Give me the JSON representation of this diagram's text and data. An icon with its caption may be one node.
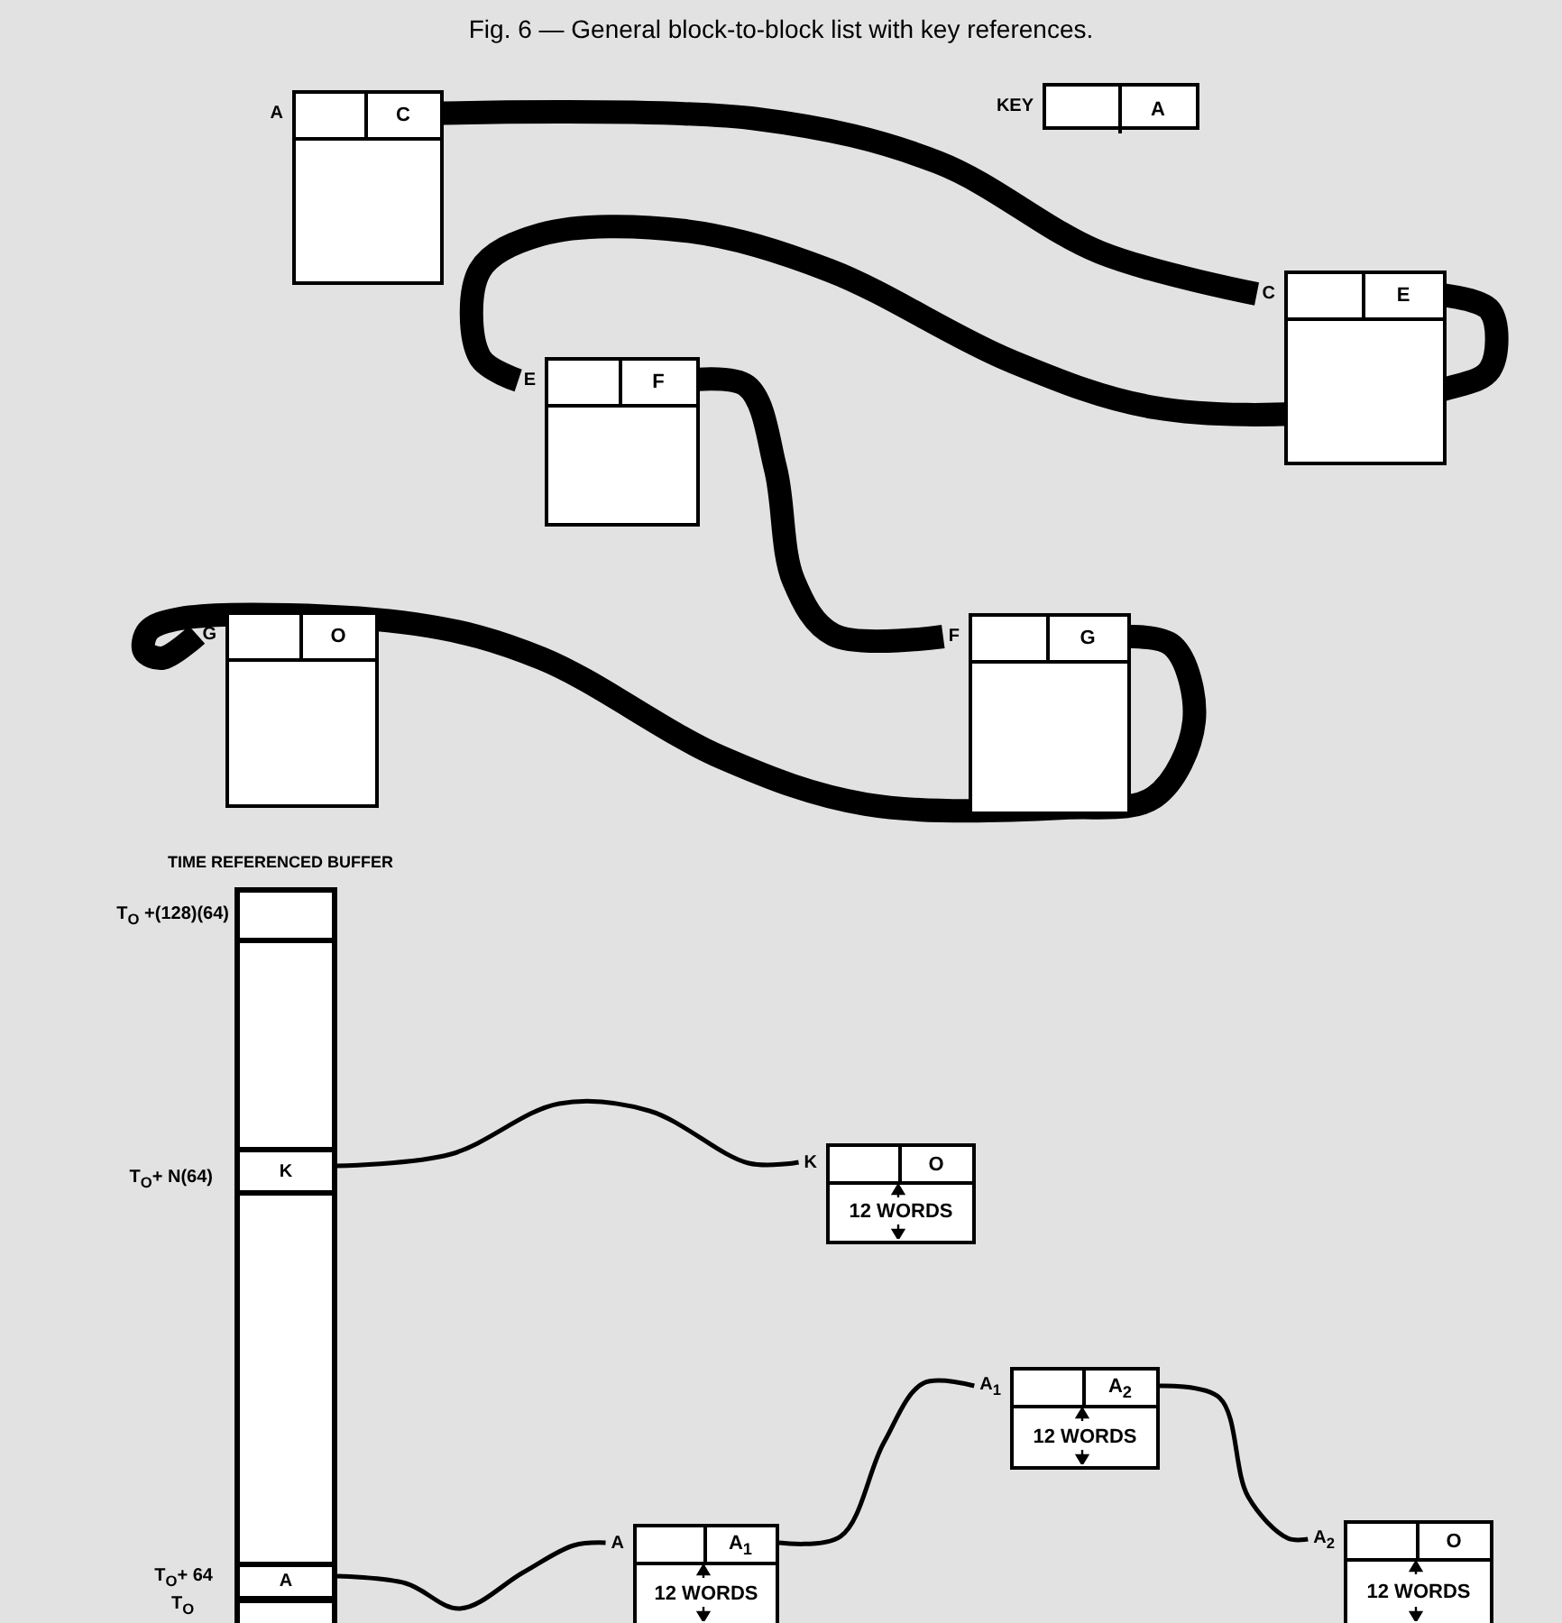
{
  "diagram": {
    "title": "Fig. 6 — General block-to-block list with key references.",
    "nodes": [
      {
        "text": [
          "C"
        ],
        "beside": [
          "A"
        ]
      },
      {
        "text": [
          "E"
        ],
        "beside": [
          "C"
        ]
      },
      {
        "text": [
          "F"
        ],
        "beside": [
          "E"
        ]
      },
      {
        "text": [
          "G"
        ],
        "beside": [
          "F"
        ]
      },
      {
        "text": [
          "O"
        ],
        "beside": [
          "G"
        ]
      },
      {
        "text": [
          "A"
        ],
        "beside": [
          "KEY"
        ]
      },
      {
        "text": [
          "TIME REFERENCED BUFFER"
        ]
      },
      {
        "text": [],
        "shape": "box",
        "in": 6,
        "beside": [
          "T$_{O}$ +(128)(64)"
        ]
      },
      {
        "text": [
          "K"
        ],
        "in": 6,
        "beside": [
          "T$_{O}$+ N(64)"
        ]
      },
      {
        "text": [
          "A"
        ],
        "in": 6,
        "beside": [
          "T$_{O}$+ 64"
        ]
      },
      {
        "text": [
          "O",
          "12 WORDS"
        ],
        "beside": [
          "K"
        ]
      },
      {
        "text": [
          "A$_{1}$",
          "12 WORDS"
        ],
        "beside": [
          "A"
        ]
      },
      {
        "text": [
          "A$_{2}$",
          "12 WORDS"
        ],
        "beside": [
          "A$_{1}$"
        ]
      },
      {
        "text": [
          "O",
          "12 WORDS"
        ],
        "beside": [
          "A$_{2}$"
        ]
      }
    ],
    "edges": [
      {
        "from": 0,
        "to": 1,
        "arrow": "none",
        "style": "thick"
      },
      {
        "from": 1,
        "to": 2,
        "arrow": "none",
        "style": "thick"
      },
      {
        "from": 2,
        "to": 3,
        "arrow": "none",
        "style": "thick"
      },
      {
        "from": 3,
        "to": 4,
        "arrow": "none",
        "style": "thick"
      },
      {
        "from": 8,
        "to": 10,
        "arrow": "none"
      },
      {
        "from": 9,
        "to": 11,
        "arrow": "none"
      },
      {
        "from": 11,
        "to": 12,
        "arrow": "none"
      },
      {
        "from": 12,
        "to": 13,
        "arrow": "none"
      }
    ],
    "labels": [
      "T$_{O}$"
    ]
  }
}
